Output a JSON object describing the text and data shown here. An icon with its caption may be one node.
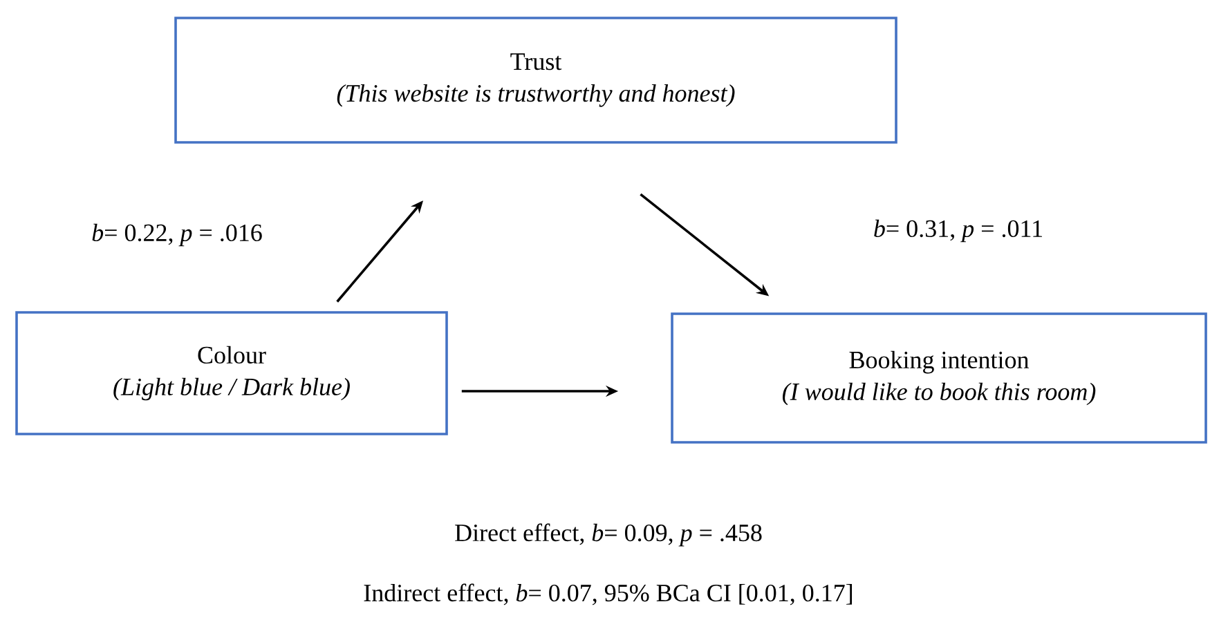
{
  "diagram": {
    "nodes": [
      {
        "text": [
          "Trust",
          "(This website is trustworthy and honest)"
        ]
      },
      {
        "text": [
          "Colour",
          "(Light blue / Dark blue)"
        ]
      },
      {
        "text": [
          "Booking intention",
          "(I would like to book this room)"
        ]
      }
    ],
    "edges": [
      {
        "from": 1,
        "to": 0,
        "arrow": "to",
        "label": "*b*= 0.22, *p* = .016"
      },
      {
        "from": 0,
        "to": 2,
        "arrow": "to",
        "label": "*b*= 0.31, *p* = .011"
      },
      {
        "from": 1,
        "to": 2,
        "arrow": "to"
      }
    ],
    "labels": [
      "Direct effect, *b*= 0.09, *p* = .458",
      "Indirect effect, *b*= 0.07, 95% BCa CI [0.01, 0.17]"
    ]
  }
}
